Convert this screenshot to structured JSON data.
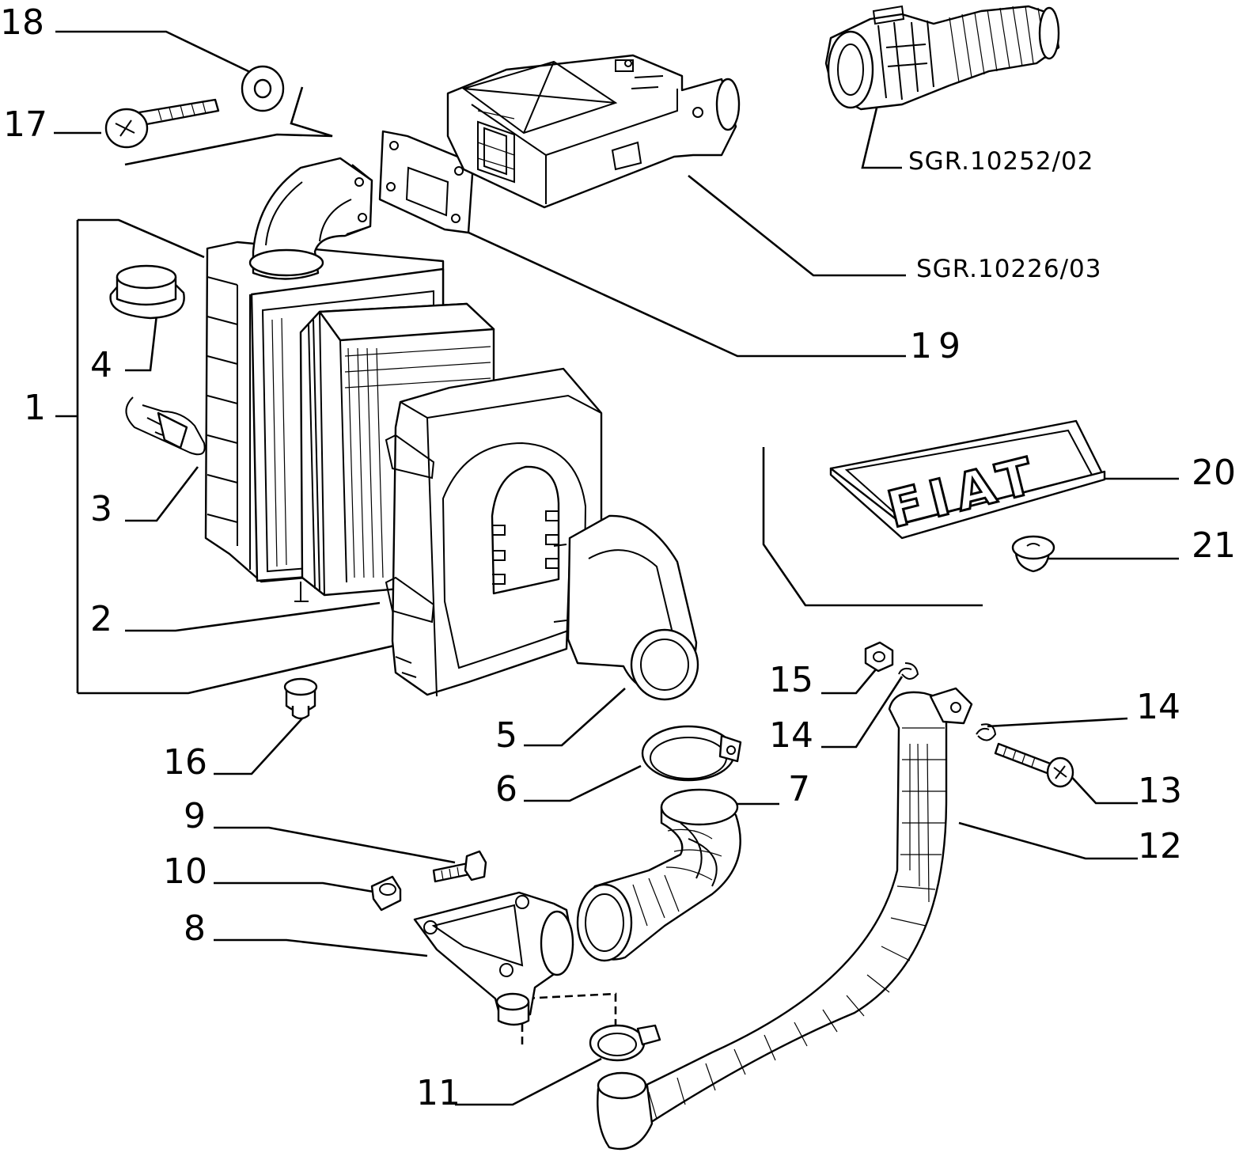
{
  "callouts": {
    "c1": "1",
    "c2": "2",
    "c3": "3",
    "c4": "4",
    "c5": "5",
    "c6": "6",
    "c7": "7",
    "c8": "8",
    "c9": "9",
    "c10": "10",
    "c11": "11",
    "c12": "12",
    "c13": "13",
    "c14a": "14",
    "c14b": "14",
    "c15": "15",
    "c16": "16",
    "c17": "17",
    "c18": "18",
    "c19": "19",
    "c20": "20",
    "c21": "21"
  },
  "references": {
    "ref_flowmeter": "SGR.10226/03",
    "ref_bellows": "SGR.10252/02"
  },
  "logo_text": "FIAT"
}
